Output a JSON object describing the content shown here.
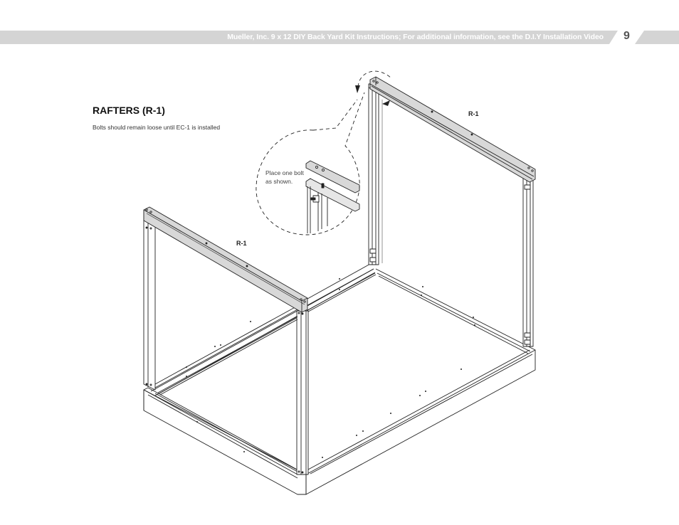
{
  "header": {
    "title": "Mueller, Inc. 9 x 12 DIY Back Yard Kit Instructions; For additional information, see the D.I.Y Installation Video",
    "page_number": "9",
    "bar_color": "#d4d4d4"
  },
  "section": {
    "title": "RAFTERS (R-1)",
    "note": "Bolts should remain loose until EC-1 is installed"
  },
  "callout": {
    "text": "Place one bolt as shown."
  },
  "labels": {
    "rafter_back": "R-1",
    "rafter_front": "R-1"
  },
  "colors": {
    "rafter_fill": "#d8d8d8",
    "line": "#222222"
  }
}
